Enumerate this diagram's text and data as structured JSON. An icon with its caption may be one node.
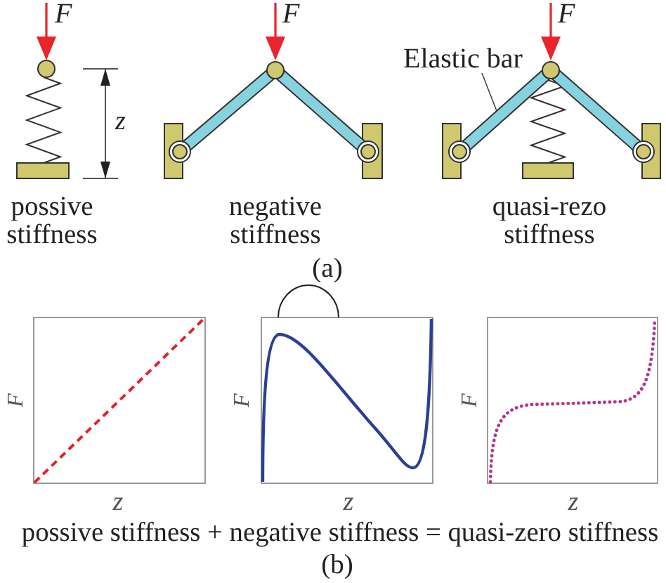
{
  "diagram": {
    "nodes": [
      {
        "text": [
          "Elastic bar"
        ]
      },
      {
        "text": [],
        "shape": "bar"
      }
    ],
    "edges": [
      {
        "from": 0,
        "to": 1,
        "arrow": "none"
      }
    ],
    "labels": [
      "F",
      "F",
      "F",
      "z",
      "possive stiffness",
      "negative stiffness",
      "quasi-rezo stiffness",
      "(a)",
      "F",
      "F",
      "F",
      "z",
      "z",
      "z",
      "possive stiffness + negative stiffness = quasi-zero stiffness",
      "(b)"
    ]
  }
}
